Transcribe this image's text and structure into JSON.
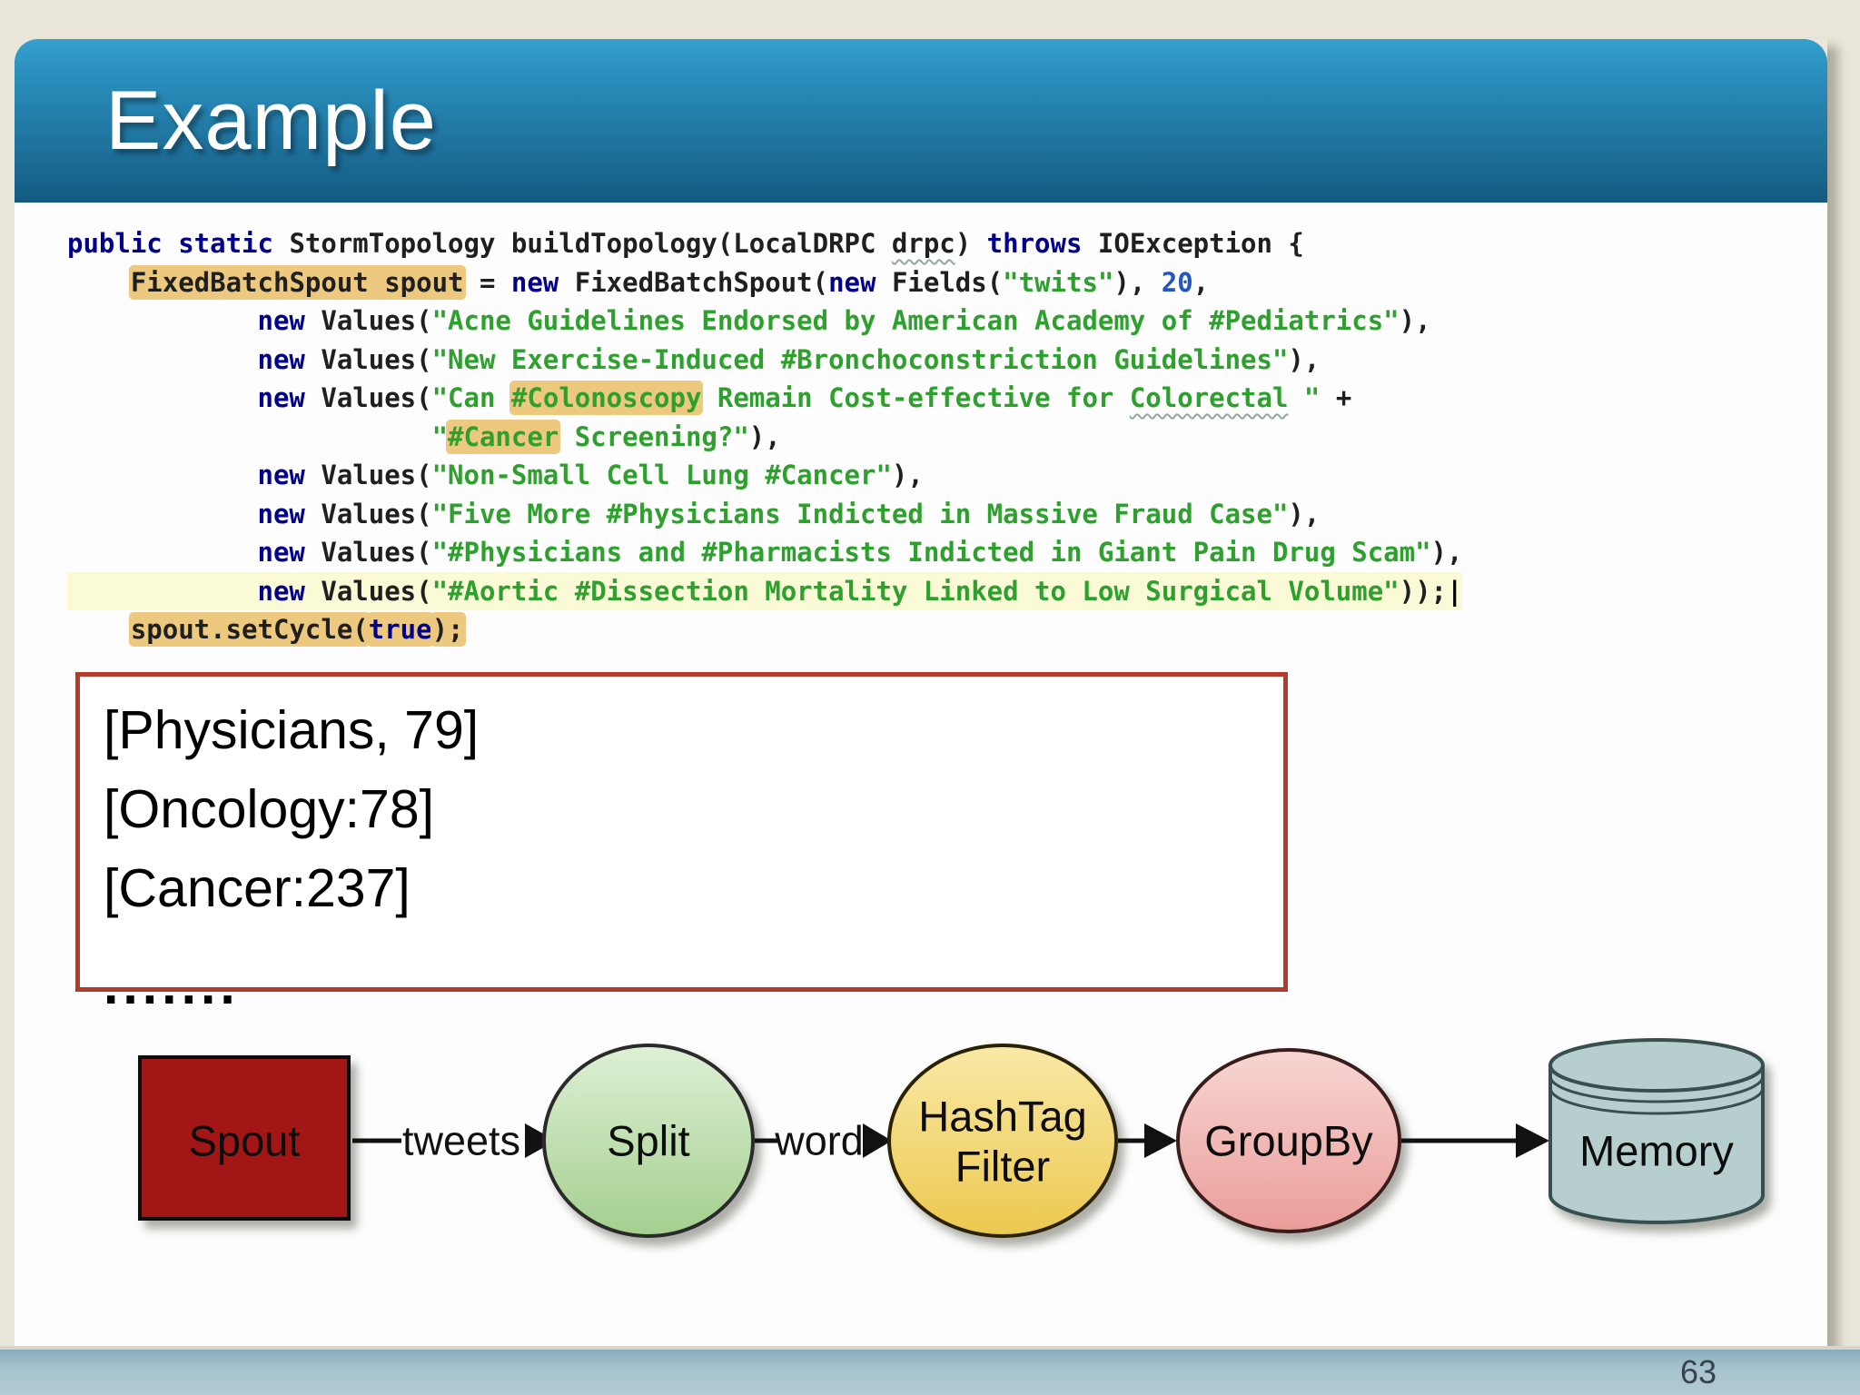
{
  "slide": {
    "title": "Example",
    "page_number": "63"
  },
  "colors": {
    "background": "#eae6da",
    "header_top": "#35a0cd",
    "header_bottom": "#135a80",
    "output_box_border": "#b43a2e",
    "keyword": "#00008b",
    "string": "#2da02d",
    "number": "#2155c4",
    "token_highlight": "#ecc97f",
    "line_highlight": "#fbfad7",
    "spout_fill": "#a31313",
    "split_fill": "#b7dba4",
    "hashtag_fill": "#f0d26a",
    "groupby_fill": "#efb6b2",
    "memory_fill": "#b6cfce",
    "footer_band": "#a5c3cf"
  },
  "code": {
    "lines": [
      {
        "seg": [
          {
            "t": "public static",
            "c": "kw"
          },
          {
            "t": " StormTopology buildTopology(LocalDRPC ",
            "c": "pl"
          },
          {
            "t": "drpc",
            "c": "pl sp"
          },
          {
            "t": ") ",
            "c": "pl"
          },
          {
            "t": "throws",
            "c": "kw"
          },
          {
            "t": " IOException {",
            "c": "pl"
          }
        ]
      },
      {
        "seg": [
          {
            "t": "    ",
            "c": "pl"
          },
          {
            "t": "FixedBatchSpout spout",
            "c": "pl tan"
          },
          {
            "t": " = ",
            "c": "pl"
          },
          {
            "t": "new",
            "c": "kw"
          },
          {
            "t": " FixedBatchSpout(",
            "c": "pl"
          },
          {
            "t": "new",
            "c": "kw"
          },
          {
            "t": " Fields(",
            "c": "pl"
          },
          {
            "t": "\"twits\"",
            "c": "str"
          },
          {
            "t": "), ",
            "c": "pl"
          },
          {
            "t": "20",
            "c": "num"
          },
          {
            "t": ",",
            "c": "pl"
          }
        ]
      },
      {
        "seg": [
          {
            "t": "            ",
            "c": "pl"
          },
          {
            "t": "new",
            "c": "kw"
          },
          {
            "t": " Values(",
            "c": "pl"
          },
          {
            "t": "\"Acne Guidelines Endorsed by American Academy of #Pediatrics\"",
            "c": "str"
          },
          {
            "t": "),",
            "c": "pl"
          }
        ]
      },
      {
        "seg": [
          {
            "t": "            ",
            "c": "pl"
          },
          {
            "t": "new",
            "c": "kw"
          },
          {
            "t": " Values(",
            "c": "pl"
          },
          {
            "t": "\"New Exercise-Induced #Bronchoconstriction Guidelines\"",
            "c": "str"
          },
          {
            "t": "),",
            "c": "pl"
          }
        ]
      },
      {
        "seg": [
          {
            "t": "            ",
            "c": "pl"
          },
          {
            "t": "new",
            "c": "kw"
          },
          {
            "t": " Values(",
            "c": "pl"
          },
          {
            "t": "\"Can ",
            "c": "str"
          },
          {
            "t": "#Colonoscopy",
            "c": "str tan"
          },
          {
            "t": " Remain Cost-effective for ",
            "c": "str"
          },
          {
            "t": "Colorectal",
            "c": "str sp"
          },
          {
            "t": " \"",
            "c": "str"
          },
          {
            "t": " +",
            "c": "pl"
          }
        ]
      },
      {
        "seg": [
          {
            "t": "                       ",
            "c": "pl"
          },
          {
            "t": "\"",
            "c": "str"
          },
          {
            "t": "#Cancer",
            "c": "str tan"
          },
          {
            "t": " Screening?\"",
            "c": "str"
          },
          {
            "t": "),",
            "c": "pl"
          }
        ]
      },
      {
        "seg": [
          {
            "t": "            ",
            "c": "pl"
          },
          {
            "t": "new",
            "c": "kw"
          },
          {
            "t": " Values(",
            "c": "pl"
          },
          {
            "t": "\"Non-Small Cell Lung #Cancer\"",
            "c": "str"
          },
          {
            "t": "),",
            "c": "pl"
          }
        ]
      },
      {
        "seg": [
          {
            "t": "            ",
            "c": "pl"
          },
          {
            "t": "new",
            "c": "kw"
          },
          {
            "t": " Values(",
            "c": "pl"
          },
          {
            "t": "\"Five More #Physicians Indicted in Massive Fraud Case\"",
            "c": "str"
          },
          {
            "t": "),",
            "c": "pl"
          }
        ]
      },
      {
        "seg": [
          {
            "t": "            ",
            "c": "pl"
          },
          {
            "t": "new",
            "c": "kw"
          },
          {
            "t": " Values(",
            "c": "pl"
          },
          {
            "t": "\"#Physicians and #Pharmacists Indicted in Giant Pain Drug Scam\"",
            "c": "str"
          },
          {
            "t": "),",
            "c": "pl"
          }
        ]
      },
      {
        "hl": true,
        "seg": [
          {
            "t": "            ",
            "c": "pl"
          },
          {
            "t": "new",
            "c": "kw"
          },
          {
            "t": " Values(",
            "c": "pl"
          },
          {
            "t": "\"#Aortic #Dissection Mortality Linked to Low Surgical Volume\"",
            "c": "str"
          },
          {
            "t": "));",
            "c": "pl"
          },
          {
            "t": "|",
            "c": "cur"
          }
        ]
      },
      {
        "seg": [
          {
            "t": "    ",
            "c": "pl"
          },
          {
            "t": "spout.setCycle(",
            "c": "pl tan"
          },
          {
            "t": "true",
            "c": "kw tan"
          },
          {
            "t": ");",
            "c": "pl tan"
          }
        ]
      }
    ]
  },
  "output_box": {
    "lines": [
      "[Physicians, 79]",
      "[Oncology:78]",
      "[Cancer:237]",
      "......."
    ]
  },
  "diagram": {
    "spout": "Spout",
    "split": "Split",
    "hashtag_line1": "HashTag",
    "hashtag_line2": "Filter",
    "groupby": "GroupBy",
    "memory": "Memory",
    "edge_tweets": "tweets",
    "edge_word": "word"
  }
}
